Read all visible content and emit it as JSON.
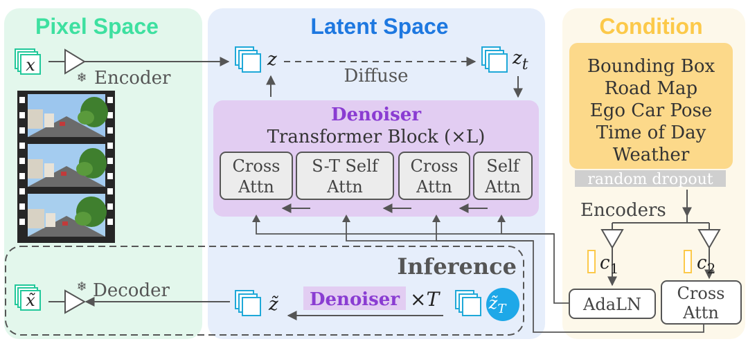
{
  "panels": {
    "pixel_title": "Pixel Space",
    "latent_title": "Latent Space",
    "condition_title": "Condition"
  },
  "pixel": {
    "x_label": "x",
    "encoder_label": "Encoder",
    "snowflake": "❄"
  },
  "latent": {
    "z_label": "z",
    "zt_main": "z",
    "zt_sub": "t",
    "diffuse_label": "Diffuse",
    "denoiser_title": "Denoiser",
    "block_title": "Transformer Block (×L)",
    "attn_blocks": [
      [
        "Cross",
        "Attn"
      ],
      [
        "S-T Self",
        "Attn"
      ],
      [
        "Cross",
        "Attn"
      ],
      [
        "Self",
        "Attn"
      ]
    ]
  },
  "condition": {
    "items": [
      "Bounding Box",
      "Road Map",
      "Ego Car Pose",
      "Time of Day",
      "Weather"
    ],
    "dropout_label": "random dropout",
    "encoders_label": "Encoders",
    "c1_main": "c",
    "c1_sub": "1",
    "c2_main": "c",
    "c2_sub": "2",
    "adaln_label": "AdaLN",
    "cross_attn": [
      "Cross",
      "Attn"
    ]
  },
  "inference": {
    "title": "Inference",
    "x_tilde": "x̃",
    "decoder_label": "Decoder",
    "z_tilde": "z̃",
    "denoiser_label": "Denoiser",
    "times_t": "×T",
    "zT_main": "z̃",
    "zT_sub": "T"
  },
  "colors": {
    "pixel_bg": "#e3f7ec",
    "pixel_title": "#3ee0a0",
    "latent_bg": "#e6eefb",
    "latent_title": "#1e78e0",
    "condition_bg": "#fdf8ea",
    "condition_title": "#fcc94a",
    "condition_box": "#fcd98a",
    "denoiser_bg": "#e2cdf2",
    "denoiser_text": "#8a3cd2",
    "stack_cyan": "#1ea8d8",
    "stack_green": "#22c89a",
    "zT_circle": "#1ea8e8"
  }
}
